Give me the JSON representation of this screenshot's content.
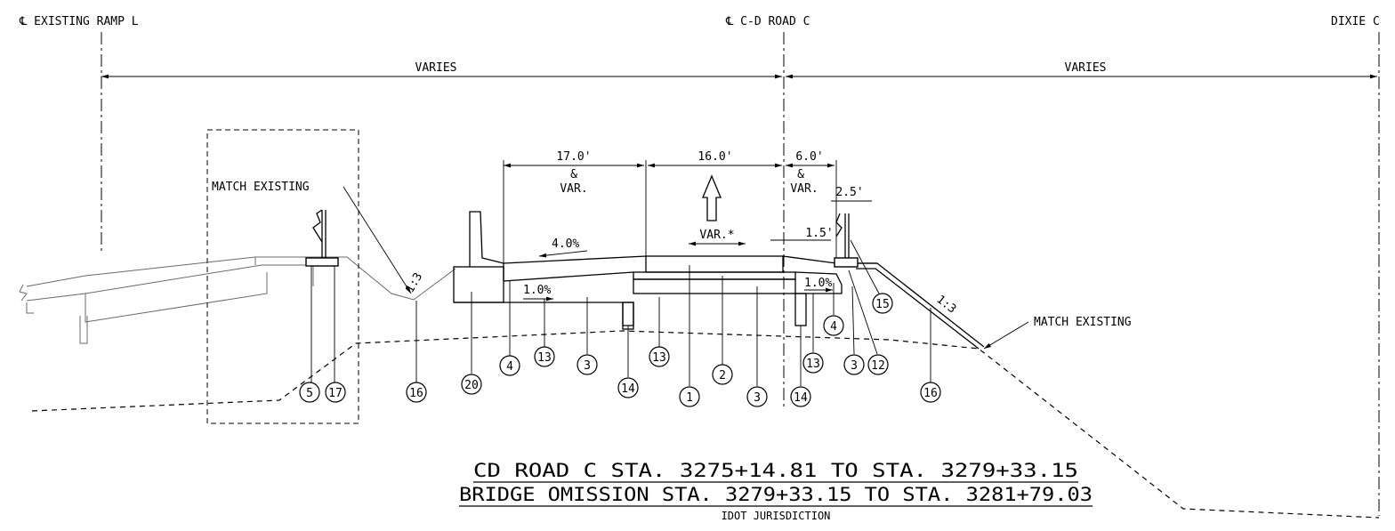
{
  "centerlines": {
    "existing_ramp_l": "℄ EXISTING RAMP L",
    "cd_road_c": "℄ C-D ROAD C",
    "dixie": "DIXIE C"
  },
  "dimensions": {
    "varies_left": "VARIES",
    "varies_right": "VARIES",
    "d17": "17.0'",
    "d17_amp": "&",
    "d17_var": "VAR.",
    "d16": "16.0'",
    "d6": "6.0'",
    "d6_amp": "&",
    "d6_var": "VAR.",
    "d2_5": "2.5'",
    "d1_5": "1.5'",
    "var_star": "VAR.*"
  },
  "slopes": {
    "s4_0": "4.0%",
    "s1_0_left": "1.0%",
    "s1_0_right": "1.0%",
    "s1_3_left": "1:3",
    "s1_3_right": "1:3"
  },
  "notes": {
    "match_existing_left": "MATCH EXISTING",
    "match_existing_right": "MATCH EXISTING"
  },
  "callouts": [
    "5",
    "17",
    "16",
    "20",
    "4",
    "13",
    "3",
    "14",
    "13",
    "1",
    "2",
    "3",
    "14",
    "13",
    "3",
    "12",
    "4",
    "15",
    "16"
  ],
  "title": {
    "line1": "CD ROAD C STA. 3275+14.81 TO STA. 3279+33.15",
    "line2": "BRIDGE OMISSION STA. 3279+33.15 TO STA. 3281+79.03",
    "jurisdiction": "IDOT JURISDICTION"
  }
}
